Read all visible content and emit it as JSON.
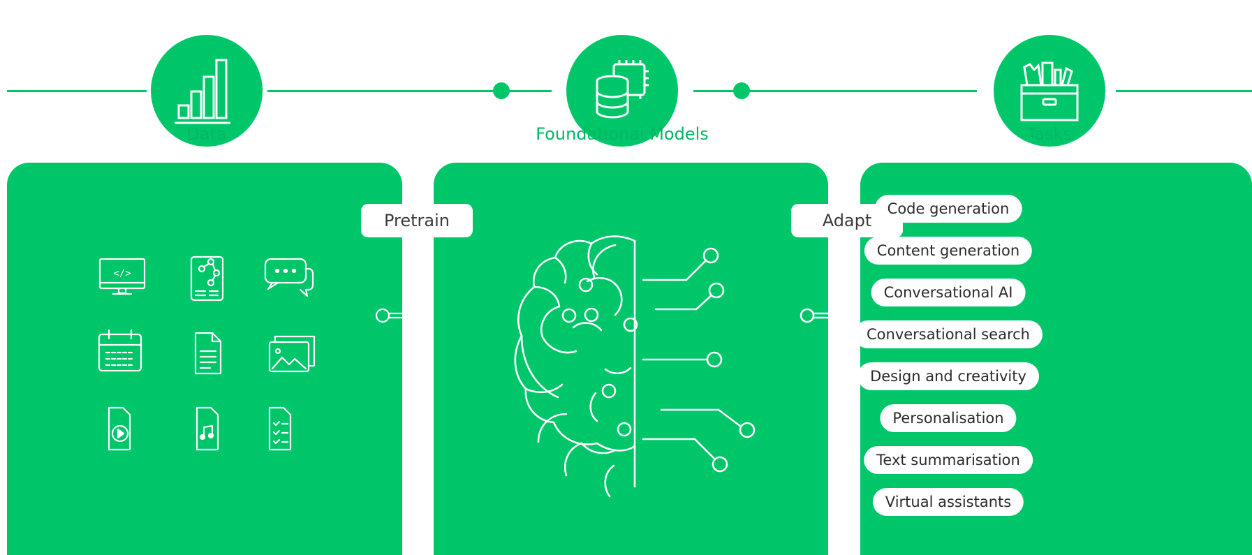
{
  "stages": [
    {
      "label": "Data",
      "icon": "bar-chart-icon"
    },
    {
      "label": "Foundational Models",
      "icon": "database-chip-icon"
    },
    {
      "label": "Tasks",
      "icon": "toolbox-icon"
    }
  ],
  "arrows": {
    "pretrain": "Pretrain",
    "adapt": "Adapt"
  },
  "data_icons": [
    "code-monitor-icon",
    "workflow-document-icon",
    "chat-bubbles-icon",
    "calendar-icon",
    "text-document-icon",
    "images-icon",
    "video-file-icon",
    "music-file-icon",
    "checklist-file-icon"
  ],
  "model_icon": "brain-circuit-icon",
  "tasks": [
    "Code generation",
    "Content generation",
    "Conversational AI",
    "Conversational search",
    "Design and creativity",
    "Personalisation",
    "Text summarisation",
    "Virtual assistants"
  ],
  "colors": {
    "accent": "#00c66a",
    "label": "#00b863",
    "text": "#2b2b2b",
    "background": "#ffffff"
  }
}
